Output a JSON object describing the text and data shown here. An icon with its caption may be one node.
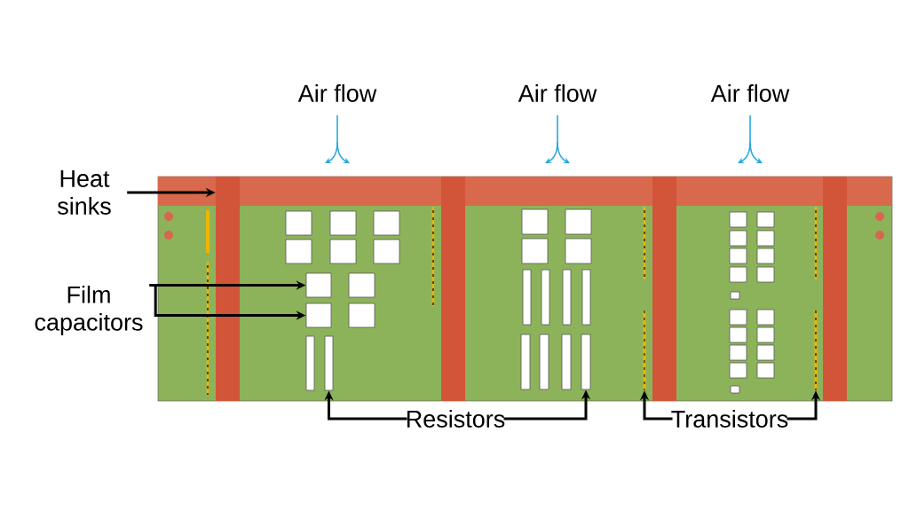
{
  "diagram": {
    "nodes": [
      {
        "text": [
          "Heat sinks"
        ]
      },
      {
        "text": [],
        "shape": "bar"
      },
      {
        "text": [
          "Film capacitors"
        ]
      },
      {
        "text": [],
        "shape": "box"
      },
      {
        "text": [],
        "shape": "box"
      },
      {
        "text": [
          "Resistors"
        ]
      },
      {
        "text": [],
        "shape": "box"
      },
      {
        "text": [],
        "shape": "box"
      },
      {
        "text": [
          "Transistors"
        ]
      },
      {
        "text": [],
        "shape": "line"
      },
      {
        "text": [],
        "shape": "line"
      }
    ],
    "edges": [
      {
        "from": 0,
        "to": 1,
        "arrow": "to"
      },
      {
        "from": 2,
        "to": 3,
        "arrow": "to"
      },
      {
        "from": 2,
        "to": 4,
        "arrow": "to"
      },
      {
        "from": 5,
        "to": 6,
        "arrow": "to"
      },
      {
        "from": 5,
        "to": 7,
        "arrow": "to"
      },
      {
        "from": 8,
        "to": 9,
        "arrow": "to"
      },
      {
        "from": 8,
        "to": 10,
        "arrow": "to"
      }
    ],
    "labels": [
      "Air flow",
      "Air flow",
      "Air flow"
    ]
  }
}
